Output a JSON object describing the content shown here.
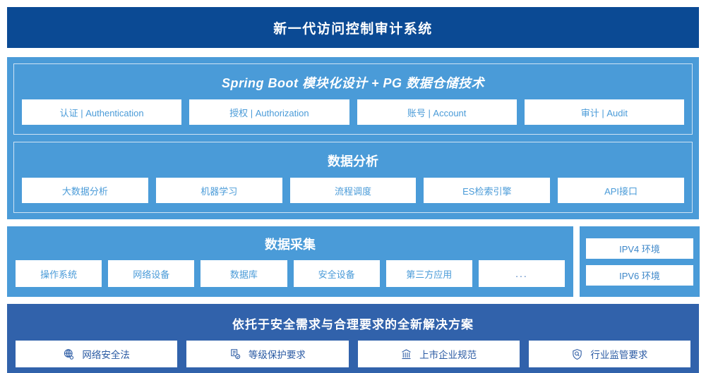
{
  "header": {
    "title": "新一代访问控制审计系统"
  },
  "architecture": {
    "title": "Spring Boot 模块化设计 + PG 数据仓储技术",
    "cards": [
      {
        "label": "认证 | Authentication"
      },
      {
        "label": "授权 | Authorization"
      },
      {
        "label": "账号 | Account"
      },
      {
        "label": "审计 | Audit"
      }
    ]
  },
  "analysis": {
    "title": "数据分析",
    "cards": [
      {
        "label": "大数据分析"
      },
      {
        "label": "机器学习"
      },
      {
        "label": "流程调度"
      },
      {
        "label": "ES检索引擎"
      },
      {
        "label": "API接口"
      }
    ]
  },
  "collection": {
    "title": "数据采集",
    "cards": [
      {
        "label": "操作系统"
      },
      {
        "label": "网络设备"
      },
      {
        "label": "数据库"
      },
      {
        "label": "安全设备"
      },
      {
        "label": "第三方应用"
      },
      {
        "label": "..."
      }
    ]
  },
  "environment": {
    "cards": [
      {
        "label": "IPV4 环境"
      },
      {
        "label": "IPV6 环境"
      }
    ]
  },
  "solution": {
    "title": "依托于安全需求与合理要求的全新解决方案",
    "cards": [
      {
        "label": "网络安全法",
        "icon": "globe-network-icon"
      },
      {
        "label": "等级保护要求",
        "icon": "document-check-icon"
      },
      {
        "label": "上市企业规范",
        "icon": "bank-building-icon"
      },
      {
        "label": "行业监管要求",
        "icon": "shield-search-icon"
      }
    ]
  },
  "colors": {
    "header_bg": "#0b4a94",
    "panel_blue": "#4a9bd8",
    "solution_bg": "#3162ab",
    "card_bg": "#ffffff",
    "card_text": "#4a9bd8",
    "solution_card_text": "#2a5aa3"
  }
}
